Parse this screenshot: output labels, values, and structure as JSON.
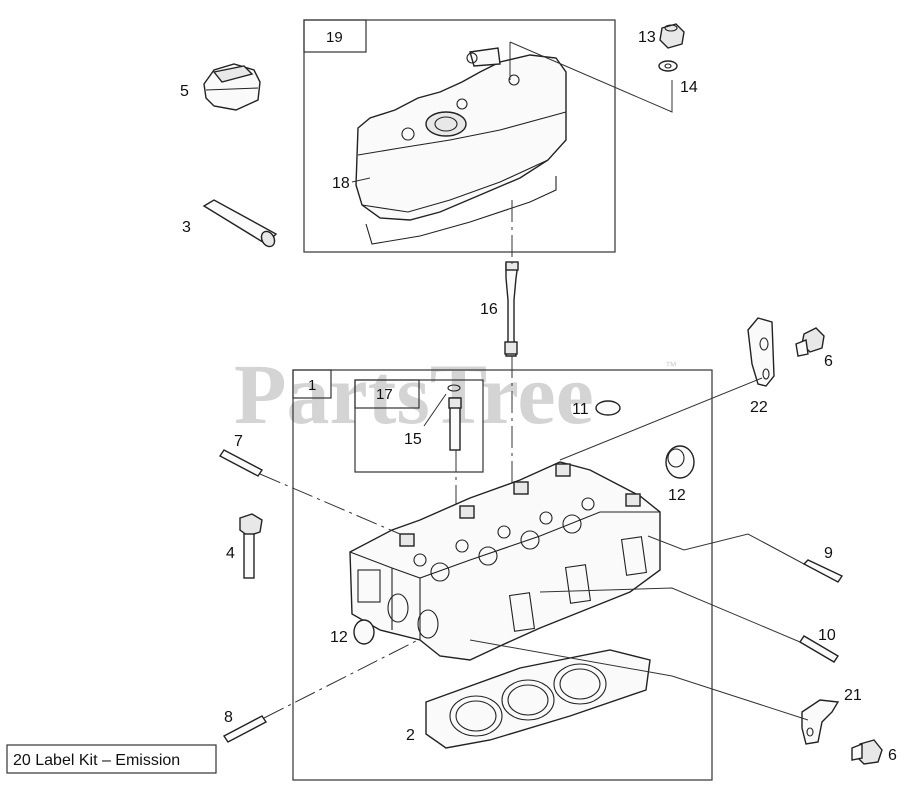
{
  "watermark": {
    "text": "PartsTree",
    "mark": "™"
  },
  "frames": {
    "frame_19": "19",
    "frame_1": "1",
    "frame_17": "17"
  },
  "callouts": {
    "c2": "2",
    "c3": "3",
    "c4": "4",
    "c5": "5",
    "c6a": "6",
    "c6b": "6",
    "c7": "7",
    "c8": "8",
    "c9": "9",
    "c10": "10",
    "c11": "11",
    "c12a": "12",
    "c12b": "12",
    "c13": "13",
    "c14": "14",
    "c15": "15",
    "c16": "16",
    "c18": "18",
    "c21": "21",
    "c22": "22"
  },
  "legend": {
    "label_kit": "20 Label Kit – Emission"
  },
  "parts": {
    "oil_cap": "oil-filler-cap",
    "pipe": "breather-pipe",
    "head_bolt": "head-bolt",
    "rocker_cover": "rocker-cover",
    "cylinder_head": "cylinder-head",
    "head_gasket": "head-gasket"
  }
}
